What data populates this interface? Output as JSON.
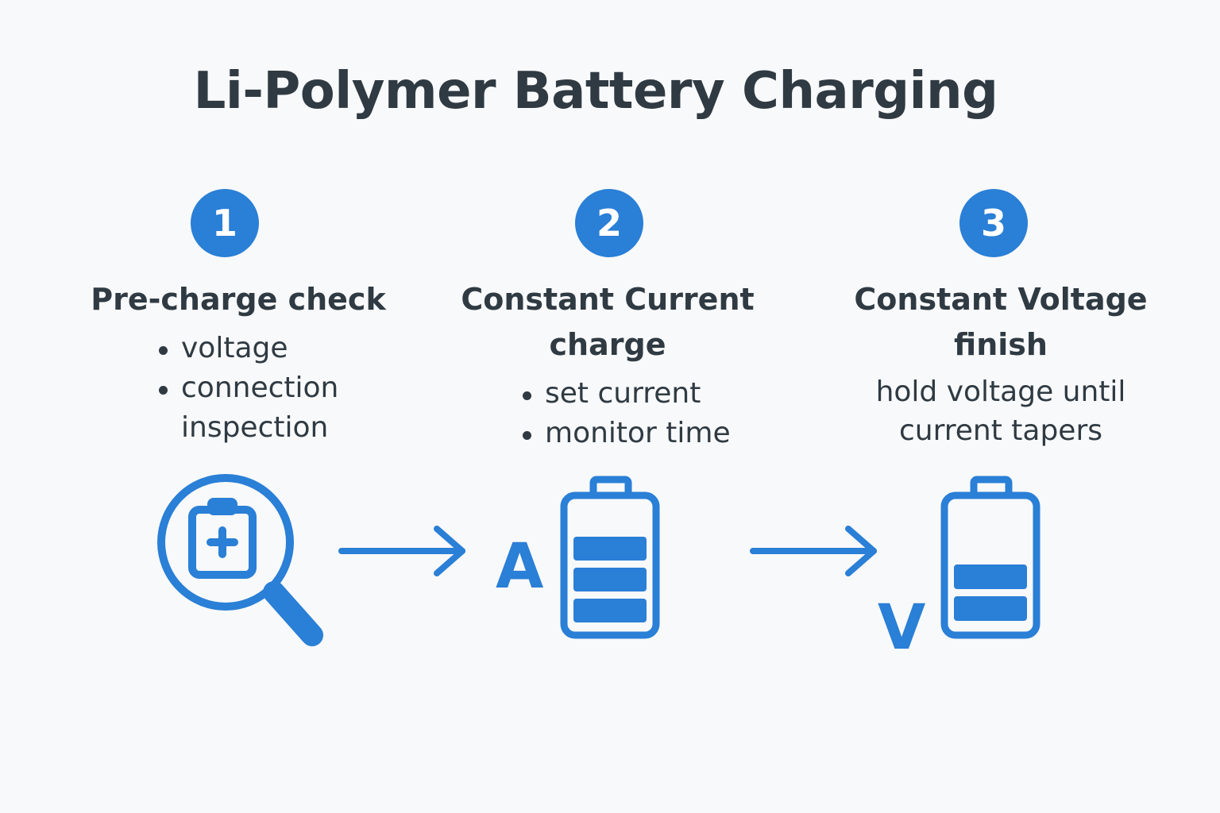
{
  "title": "Li-Polymer Battery Charging",
  "accent_color": "#2a7fd6",
  "text_color": "#2f3a42",
  "steps": [
    {
      "number": "1",
      "heading": "Pre-charge check",
      "bullets": [
        "voltage",
        "connection inspection"
      ],
      "icon": "magnifier-battery-icon"
    },
    {
      "number": "2",
      "heading_lines": [
        "Constant Current",
        "charge"
      ],
      "bullets": [
        "set current",
        "monitor time"
      ],
      "unit_letter": "A",
      "icon": "battery-icon",
      "charge_level": "3 of 3 bars"
    },
    {
      "number": "3",
      "heading_lines": [
        "Constant Voltage",
        "finish"
      ],
      "description_lines": [
        "hold voltage until",
        "current tapers"
      ],
      "unit_letter": "V",
      "icon": "battery-icon",
      "charge_level": "2 of 3 bars"
    }
  ]
}
